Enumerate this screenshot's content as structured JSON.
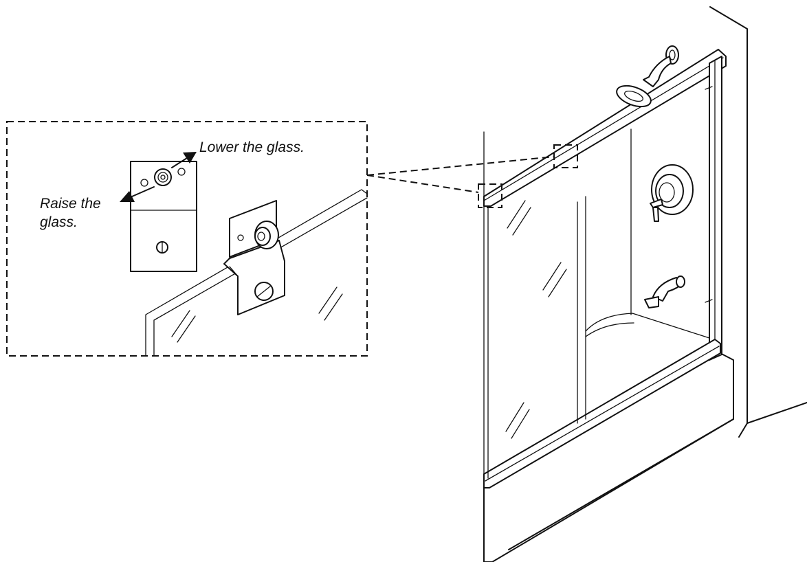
{
  "callouts": {
    "lower": "Lower the glass.",
    "raise_line1": "Raise the",
    "raise_line2": "glass."
  },
  "colors": {
    "line": "#111111",
    "background": "#ffffff"
  }
}
